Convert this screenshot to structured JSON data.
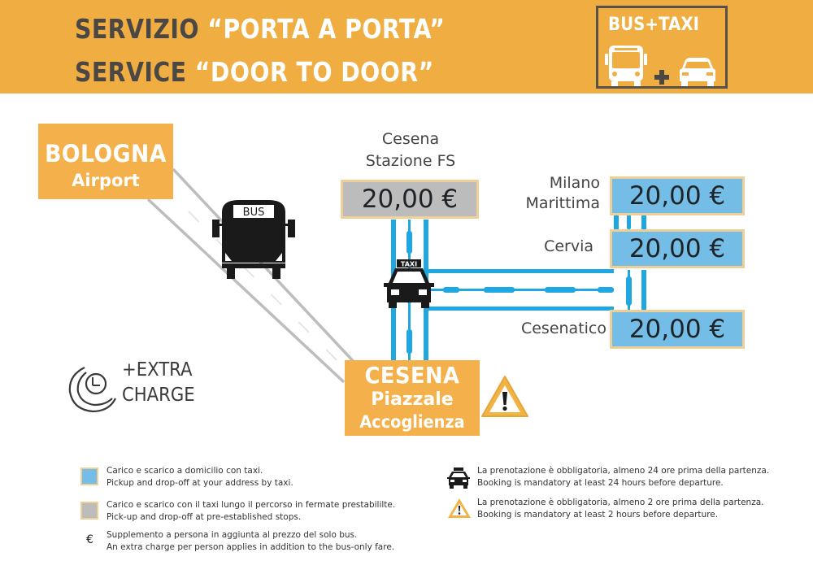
{
  "header": {
    "line1_dark": "SERVIZIO",
    "line1_light": "“PORTA A PORTA”",
    "line2_dark": "SERVICE",
    "line2_light": "“DOOR TO DOOR”",
    "badge": {
      "label": "BUS+TAXI",
      "icons": [
        "bus-icon",
        "plus-icon",
        "car-icon"
      ]
    }
  },
  "colors": {
    "header_orange": "#f0ae42",
    "box_orange": "#f4b04a",
    "route_blue": "#1ea7e1",
    "price_blue": "#74bde6",
    "price_grey": "#bdbcbc",
    "bus_line_grey": "#bdbdbd"
  },
  "origin": {
    "line1": "BOLOGNA",
    "line2": "Airport"
  },
  "hub": {
    "line1": "CESENA",
    "line2": "Piazzale",
    "line3": "Accoglienza"
  },
  "station": {
    "label_line1": "Cesena",
    "label_line2": "Stazione FS",
    "price": "20,00 €",
    "type": "grey"
  },
  "destinations": [
    {
      "label_line1": "Milano",
      "label_line2": "Marittima",
      "price": "20,00 €",
      "type": "blue"
    },
    {
      "label_line1": "Cervia",
      "price": "20,00 €",
      "type": "blue"
    },
    {
      "label_line1": "Cesenatico",
      "price": "20,00 €",
      "type": "blue"
    }
  ],
  "vehicles": {
    "bus_sign": "BUS",
    "taxi_sign": "TAXI"
  },
  "extra_charge": {
    "line1": "+EXTRA",
    "line2": "CHARGE"
  },
  "legend": {
    "left": [
      {
        "icon": "blue-swatch",
        "it": "Carico e scarico a domicilio con taxi.",
        "en": "Pickup and drop-off at your address by taxi."
      },
      {
        "icon": "grey-swatch",
        "it": "Carico e scarico con il taxi lungo il percorso in fermate prestabililte.",
        "en": "Pick-up and drop-off at pre-established stops."
      },
      {
        "icon": "€",
        "it": "Supplemento a persona in aggiunta al prezzo del solo bus.",
        "en": "An extra charge per person applies in addition to the bus-only fare."
      }
    ],
    "right": [
      {
        "icon": "taxi-icon",
        "it": "La prenotazione è obbligatoria, almeno 24 ore prima della partenza.",
        "en": "Booking is mandatory at least 24 hours before departure."
      },
      {
        "icon": "warning-icon",
        "it": "La prenotazione è obbligatoria, almeno 2 ore prima della partenza.",
        "en": "Booking is mandatory at least 2 hours before departure."
      }
    ]
  }
}
